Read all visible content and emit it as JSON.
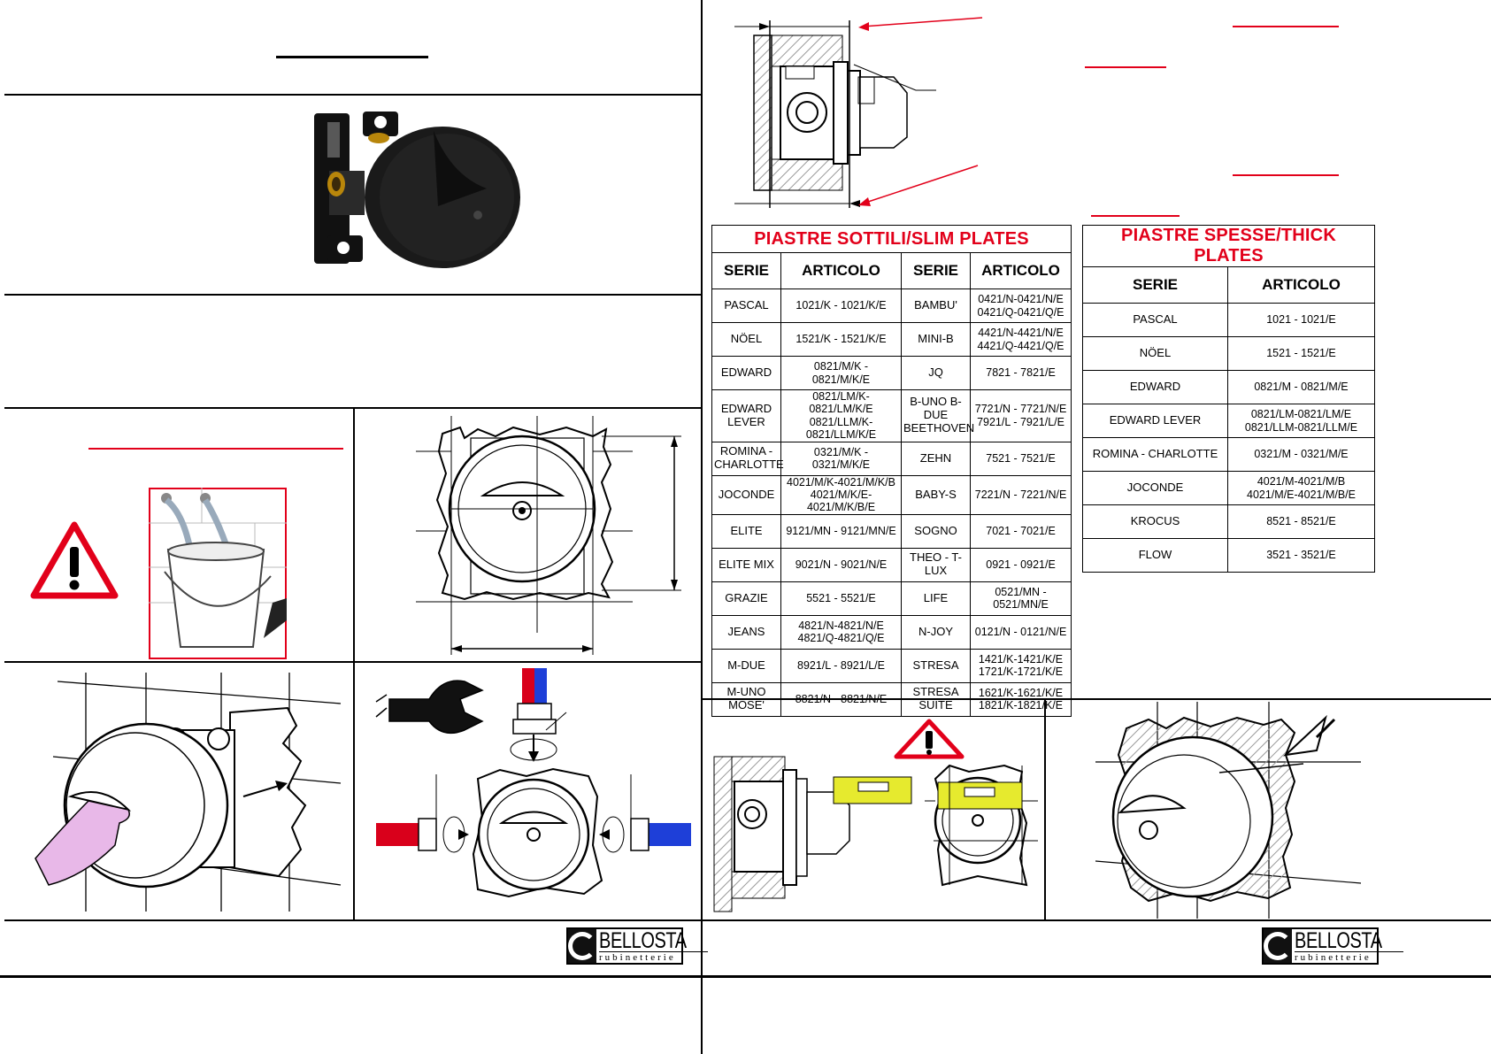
{
  "slim_table": {
    "title": "PIASTRE SOTTILI/SLIM PLATES",
    "headers": [
      "SERIE",
      "ARTICOLO",
      "SERIE",
      "ARTICOLO"
    ],
    "rows": [
      [
        "PASCAL",
        "1021/K - 1021/K/E",
        "BAMBU'",
        "0421/N-0421/N/E\n0421/Q-0421/Q/E"
      ],
      [
        "NÖEL",
        "1521/K - 1521/K/E",
        "MINI-B",
        "4421/N-4421/N/E\n4421/Q-4421/Q/E"
      ],
      [
        "EDWARD",
        "0821/M/K -\n0821/M/K/E",
        "JQ",
        "7821 - 7821/E"
      ],
      [
        "EDWARD\nLEVER",
        "0821/LM/K-0821/LM/K/E\n0821/LLM/K-0821/LLM/K/E",
        "B-UNO B-DUE\nBEETHOVEN",
        "7721/N - 7721/N/E\n7921/L - 7921/L/E"
      ],
      [
        "ROMINA -\nCHARLOTTE",
        "0321/M/K -\n0321/M/K/E",
        "ZEHN",
        "7521 - 7521/E"
      ],
      [
        "JOCONDE",
        "4021/M/K-4021/M/K/B\n4021/M/K/E-4021/M/K/B/E",
        "BABY-S",
        "7221/N - 7221/N/E"
      ],
      [
        "ELITE",
        "9121/MN - 9121/MN/E",
        "SOGNO",
        "7021 - 7021/E"
      ],
      [
        "ELITE MIX",
        "9021/N - 9021/N/E",
        "THEO - T-LUX",
        "0921 - 0921/E"
      ],
      [
        "GRAZIE",
        "5521 - 5521/E",
        "LIFE",
        "0521/MN -\n0521/MN/E"
      ],
      [
        "JEANS",
        "4821/N-4821/N/E\n4821/Q-4821/Q/E",
        "N-JOY",
        "0121/N - 0121/N/E"
      ],
      [
        "M-DUE",
        "8921/L - 8921/L/E",
        "STRESA",
        "1421/K-1421/K/E\n1721/K-1721/K/E"
      ],
      [
        "M-UNO\nMOSE'",
        "8821/N - 8821/N/E",
        "STRESA\nSUITE",
        "1621/K-1621/K/E\n1821/K-1821/K/E"
      ]
    ]
  },
  "thick_table": {
    "title": "PIASTRE SPESSE/THICK PLATES",
    "headers": [
      "SERIE",
      "ARTICOLO"
    ],
    "rows": [
      [
        "PASCAL",
        "1021 - 1021/E"
      ],
      [
        "NÖEL",
        "1521 - 1521/E"
      ],
      [
        "EDWARD",
        "0821/M - 0821/M/E"
      ],
      [
        "EDWARD LEVER",
        "0821/LM-0821/LM/E\n0821/LLM-0821/LLM/E"
      ],
      [
        "ROMINA - CHARLOTTE",
        "0321/M - 0321/M/E"
      ],
      [
        "JOCONDE",
        "4021/M-4021/M/B\n4021/M/E-4021/M/B/E"
      ],
      [
        "KROCUS",
        "8521 - 8521/E"
      ],
      [
        "FLOW",
        "3521 - 3521/E"
      ]
    ]
  },
  "logo": {
    "brand": "BELLOSTA",
    "sub": "rubinetterie",
    "mark": "bellosta"
  },
  "colors": {
    "red": "#e2001a",
    "hot": "#d9001b",
    "cold": "#1e3fd8",
    "level": "#e6ea2e",
    "glove": "#e8b8e8"
  }
}
